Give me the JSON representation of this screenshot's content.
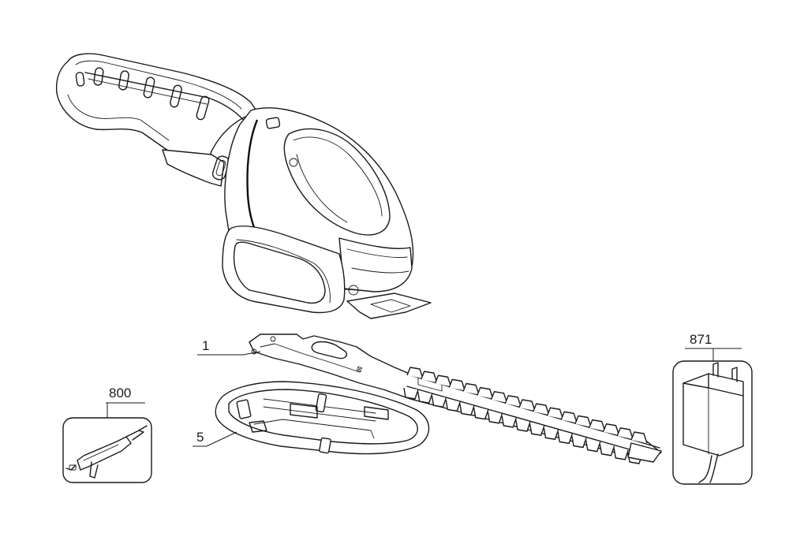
{
  "parts": [
    {
      "key": "blade",
      "label": "1"
    },
    {
      "key": "blade_cover",
      "label": "5"
    },
    {
      "key": "oil_bottle",
      "label": "800"
    },
    {
      "key": "charger",
      "label": "871"
    }
  ]
}
